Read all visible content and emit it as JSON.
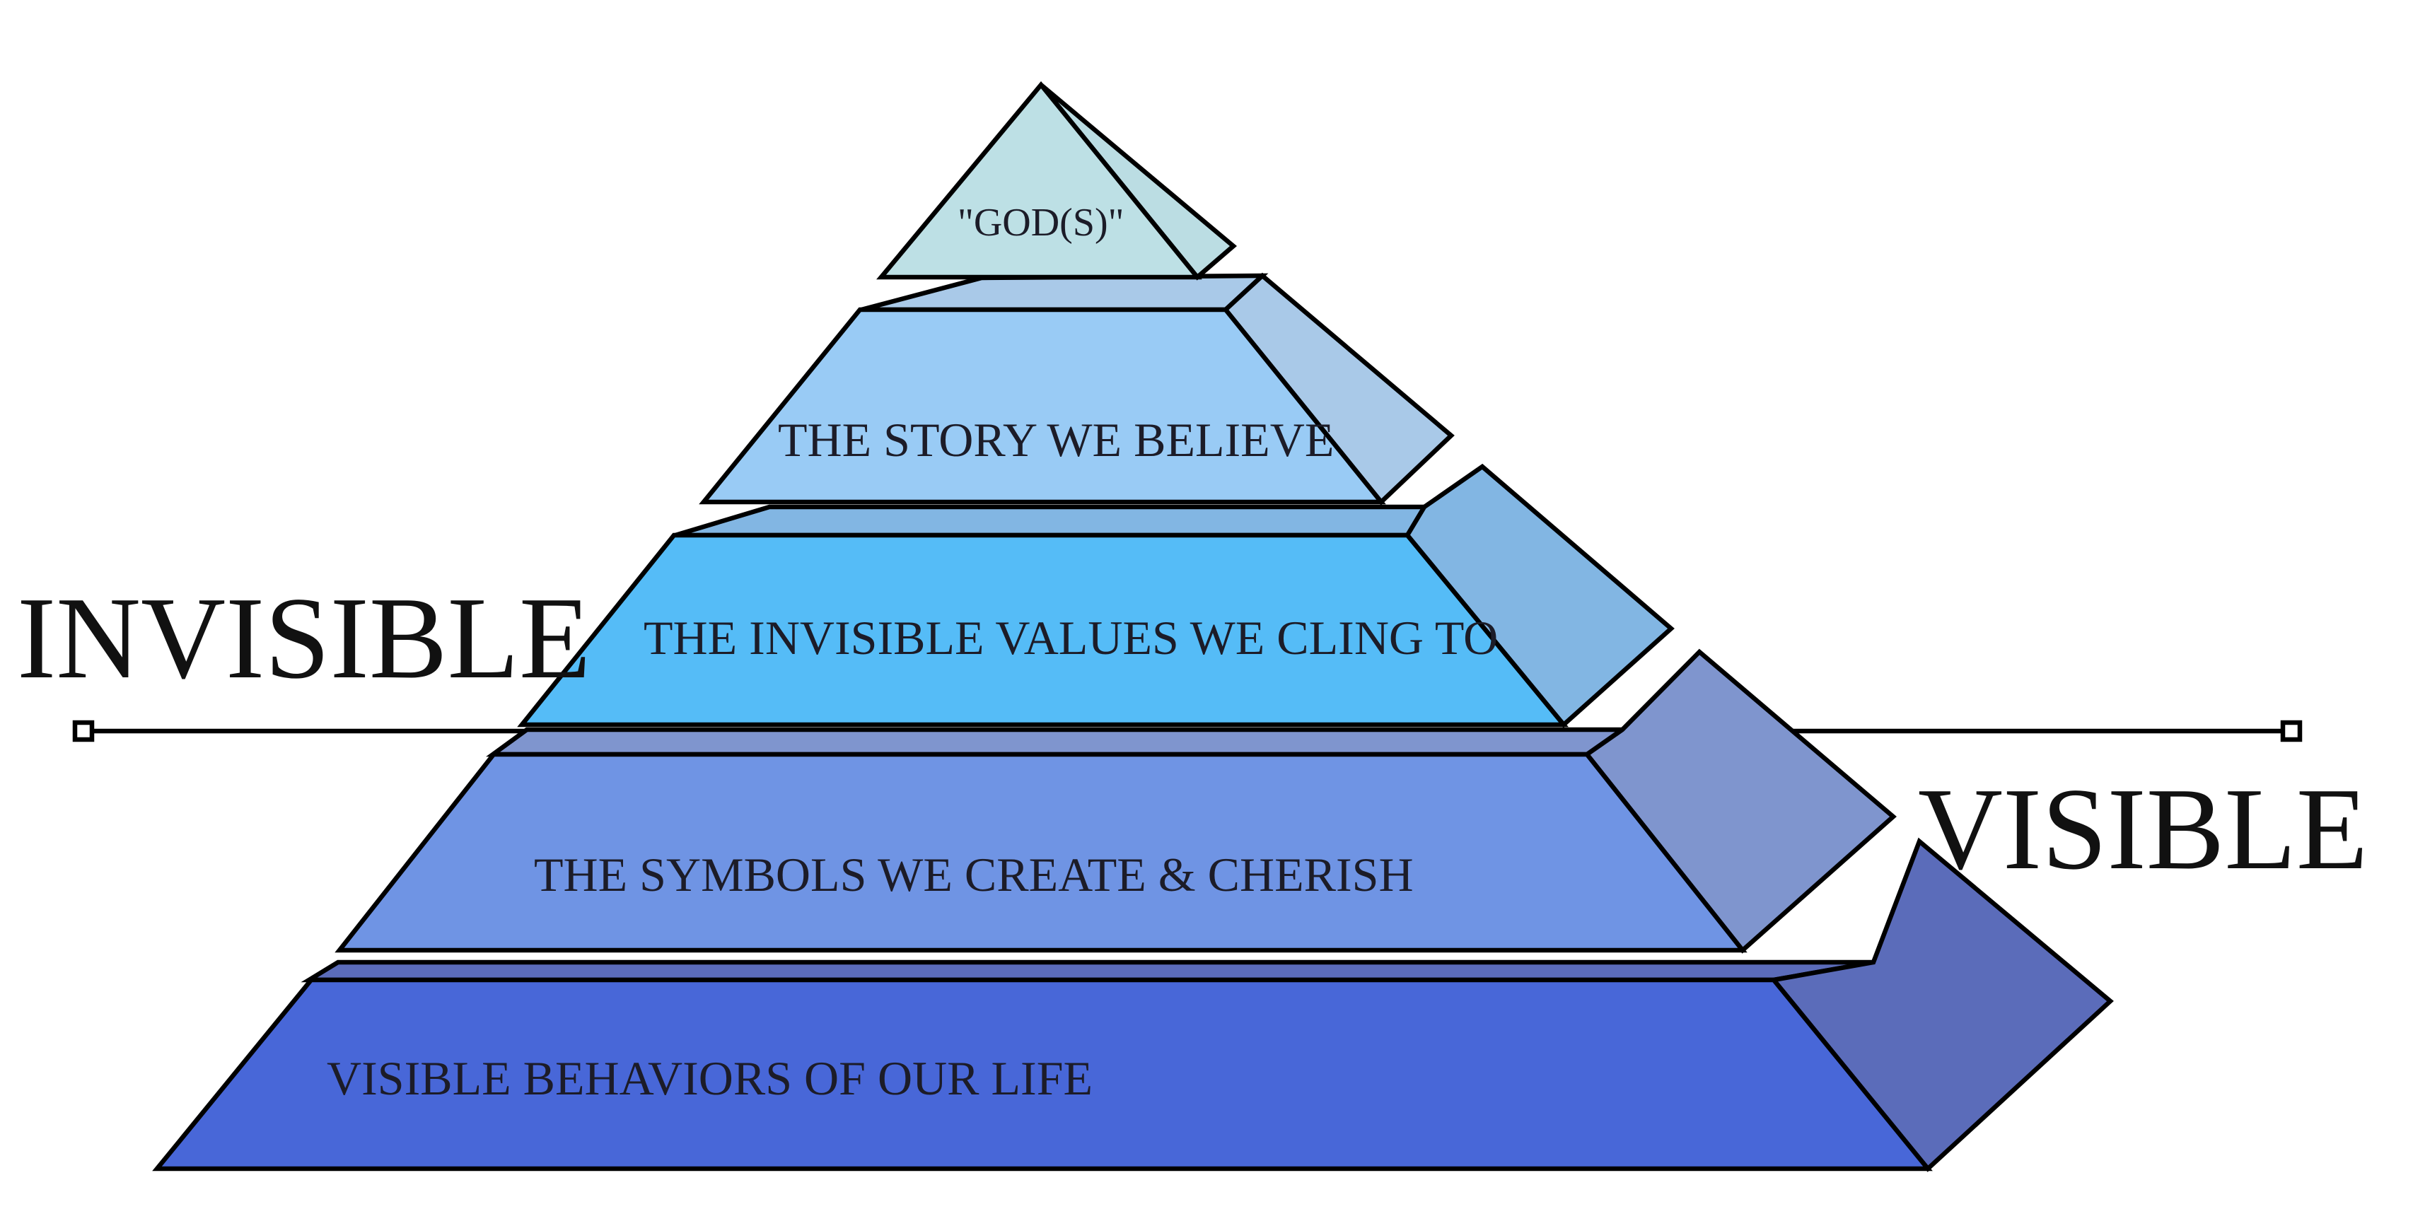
{
  "labels": {
    "invisible": "INVISIBLE",
    "visible": "VISIBLE"
  },
  "layers": [
    {
      "name": "top",
      "label": "\"GOD(S)\""
    },
    {
      "name": "story",
      "label": "THE STORY WE BELIEVE"
    },
    {
      "name": "values",
      "label": "THE INVISIBLE VALUES WE CLING TO"
    },
    {
      "name": "symbols",
      "label": "THE SYMBOLS WE CREATE & CHERISH"
    },
    {
      "name": "base",
      "label": "VISIBLE BEHAVIORS OF OUR LIFE"
    }
  ],
  "colors": {
    "top_front": "#bde0e5",
    "top_side": "#bbdde3",
    "story_front": "#99cbf5",
    "story_side": "#a9c9e8",
    "values_front": "#55bcf7",
    "values_side": "#82b6e3",
    "symbols_front": "#6f94e4",
    "symbols_side": "#7f95ce",
    "base_front": "#4867d8",
    "base_side": "#5b6cba",
    "outline": "#000000",
    "text": "#1c1c28"
  }
}
